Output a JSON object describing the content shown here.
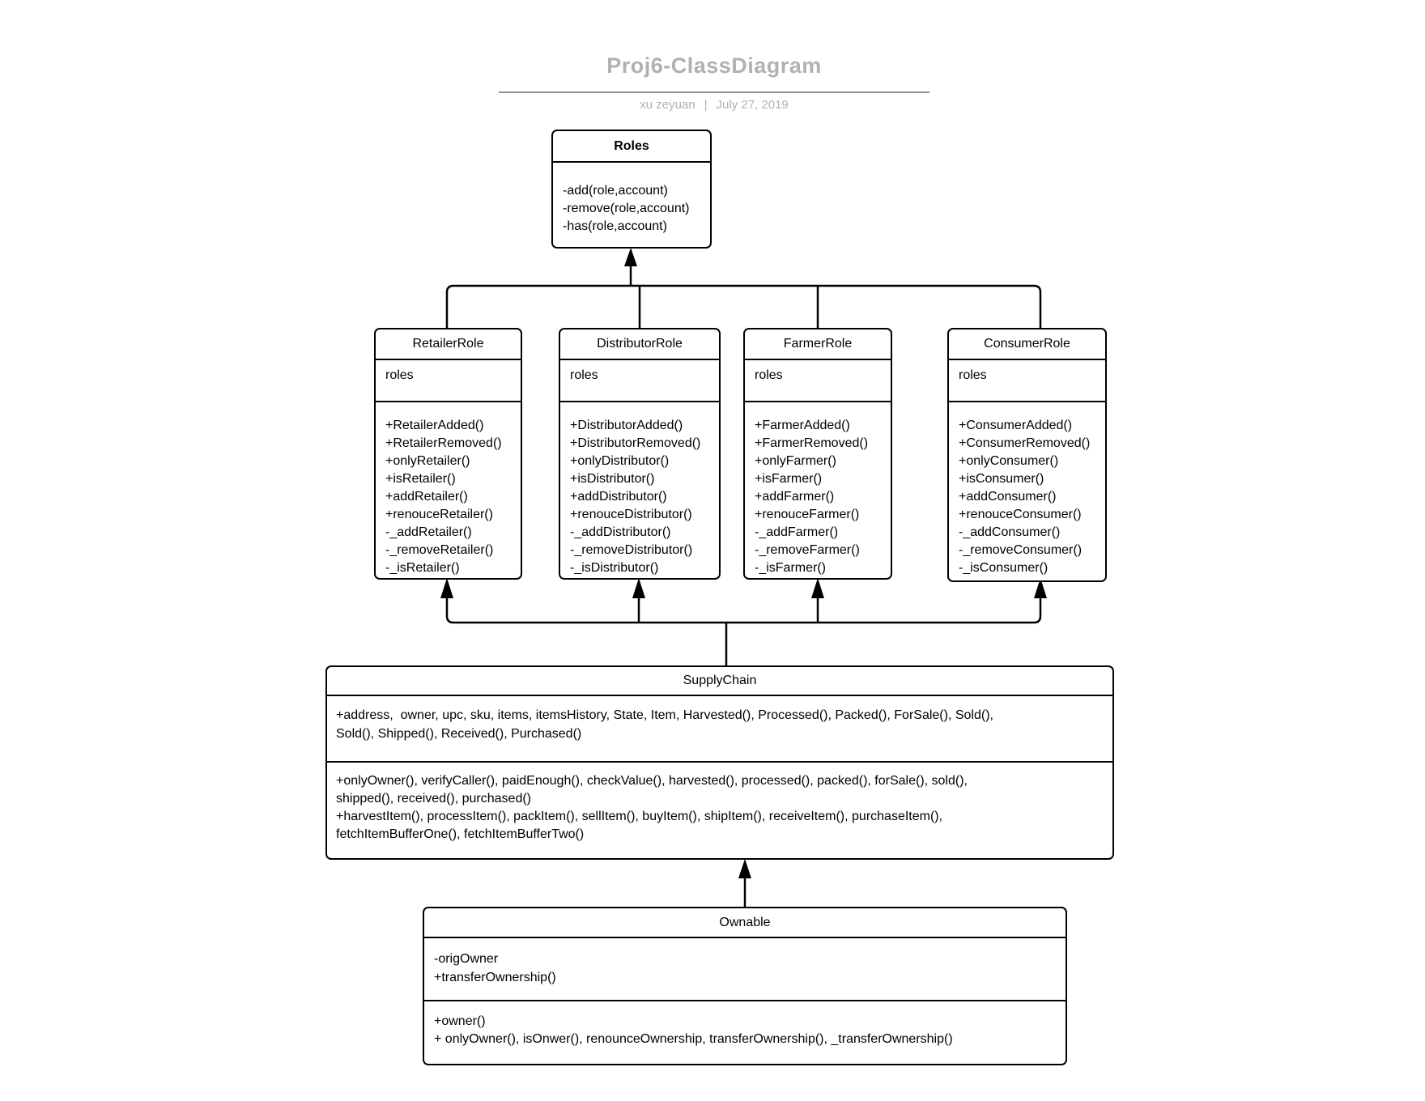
{
  "header": {
    "title": "Proj6-ClassDiagram",
    "author": "xu zeyuan",
    "separator": "|",
    "date": "July 27, 2019"
  },
  "colors": {
    "header_gray": "#b1b1b1",
    "line_black": "#000000",
    "background": "#ffffff"
  },
  "classes": {
    "roles": {
      "name": "Roles",
      "methods": [
        "-add(role,account)",
        "-remove(role,account)",
        "-has(role,account)"
      ]
    },
    "retailer": {
      "name": "RetailerRole",
      "attributes": [
        "roles"
      ],
      "methods": [
        "+RetailerAdded()",
        "+RetailerRemoved()",
        "+onlyRetailer()",
        "+isRetailer()",
        "+addRetailer()",
        "+renouceRetailer()",
        "-_addRetailer()",
        "-_removeRetailer()",
        "-_isRetailer()"
      ]
    },
    "distributor": {
      "name": "DistributorRole",
      "attributes": [
        "roles"
      ],
      "methods": [
        "+DistributorAdded()",
        "+DistributorRemoved()",
        "+onlyDistributor()",
        "+isDistributor()",
        "+addDistributor()",
        "+renouceDistributor()",
        "-_addDistributor()",
        "-_removeDistributor()",
        "-_isDistributor()"
      ]
    },
    "farmer": {
      "name": "FarmerRole",
      "attributes": [
        "roles"
      ],
      "methods": [
        "+FarmerAdded()",
        "+FarmerRemoved()",
        "+onlyFarmer()",
        "+isFarmer()",
        "+addFarmer()",
        "+renouceFarmer()",
        "-_addFarmer()",
        "-_removeFarmer()",
        "-_isFarmer()"
      ]
    },
    "consumer": {
      "name": "ConsumerRole",
      "attributes": [
        "roles"
      ],
      "methods": [
        "+ConsumerAdded()",
        "+ConsumerRemoved()",
        "+onlyConsumer()",
        "+isConsumer()",
        "+addConsumer()",
        "+renouceConsumer()",
        "-_addConsumer()",
        "-_removeConsumer()",
        "-_isConsumer()"
      ]
    },
    "supplychain": {
      "name": "SupplyChain",
      "attribute_lines": [
        "+address,  owner, upc, sku, items, itemsHistory, State, Item, Harvested(), Processed(), Packed(), ForSale(), Sold(),",
        "Sold(), Shipped(), Received(), Purchased()"
      ],
      "method_lines": [
        "+onlyOwner(), verifyCaller(), paidEnough(), checkValue(), harvested(), processed(), packed(), forSale(), sold(),",
        "shipped(), received(), purchased()",
        "+harvestItem(), processItem(), packItem(), sellItem(), buyItem(), shipItem(), receiveItem(), purchaseItem(),",
        "fetchItemBufferOne(), fetchItemBufferTwo()"
      ]
    },
    "ownable": {
      "name": "Ownable",
      "attributes": [
        "-origOwner",
        "+transferOwnership()"
      ],
      "methods": [
        "+owner()",
        "+ onlyOwner(), isOnwer(), renounceOwnership, transferOwnership(), _transferOwnership()"
      ]
    }
  }
}
